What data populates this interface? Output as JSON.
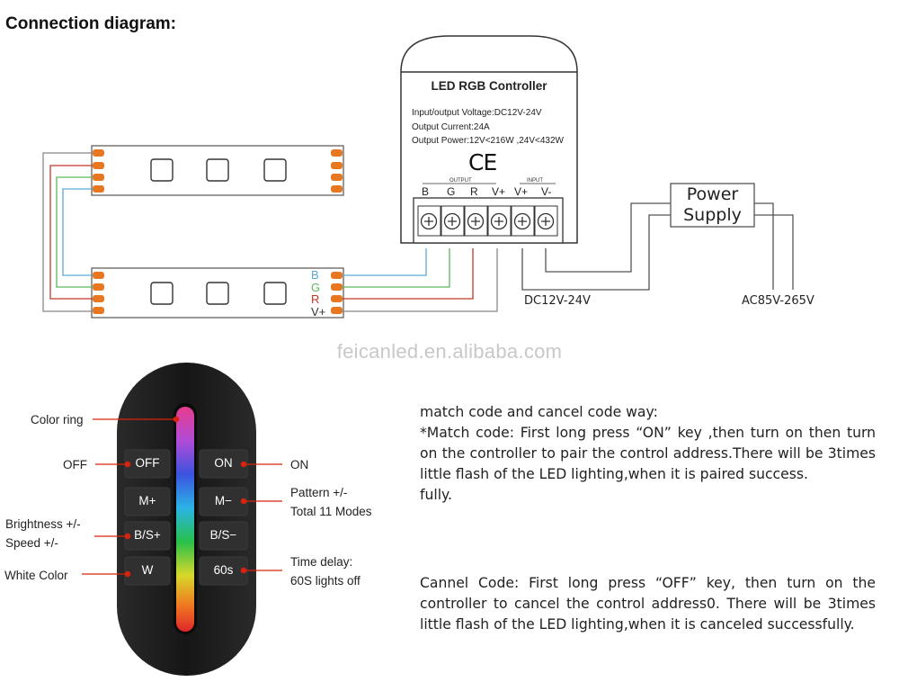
{
  "heading": "Connection diagram:",
  "controller": {
    "title": "LED RGB Controller",
    "specs": [
      "Input/output Voltage:DC12V-24V",
      "Output Current:24A",
      "Output Power:12V<216W ,24V<432W"
    ],
    "ce_mark": "CE",
    "output_caption": "OUTPUT",
    "input_caption": "INPUT",
    "terminals": [
      "B",
      "G",
      "R",
      "V+",
      "V+",
      "V-"
    ]
  },
  "power_supply": {
    "label_line1": "Power",
    "label_line2": "Supply"
  },
  "dc_label": "DC12V-24V",
  "ac_label": "AC85V-265V",
  "strip_pins": [
    "B",
    "G",
    "R",
    "V+"
  ],
  "watermark": "feicanled.en.alibaba.com",
  "remote": {
    "keys": {
      "off": "OFF",
      "on": "ON",
      "m_plus": "M+",
      "m_minus": "M−",
      "bs_plus": "B/S+",
      "bs_minus": "B/S−",
      "white": "W",
      "timer": "60s"
    },
    "callouts": {
      "color_ring": "Color ring",
      "off": "OFF",
      "brightness_line1": "Brightness +/-",
      "brightness_line2": "Speed +/-",
      "white_color": "White Color",
      "on": "ON",
      "pattern_line1": "Pattern +/-",
      "pattern_line2": "Total 11 Modes",
      "time_line1": "Time delay:",
      "time_line2": "60S lights off"
    }
  },
  "instructions": {
    "heading": "match code and cancel code way:",
    "match_text": "*Match code: First long press “ON” key ,then turn on then turn on the controller to pair the control address.There will be 3times little flash of the LED lighting,when it is paired success.",
    "match_tail": "fully.",
    "cancel_text": "Cannel Code: First long press “OFF” key, then turn on the controller to cancel the control address0. There will be 3times little flash of the LED lighting,when it is canceled successfully."
  },
  "colors": {
    "wire_blue": "#5aa9d6",
    "wire_green": "#5cb85c",
    "wire_red": "#c0392b",
    "wire_gray": "#888888",
    "pad_orange": "#e87722",
    "callout_red": "#d9230f",
    "remote_body": "#1c1c1c"
  }
}
